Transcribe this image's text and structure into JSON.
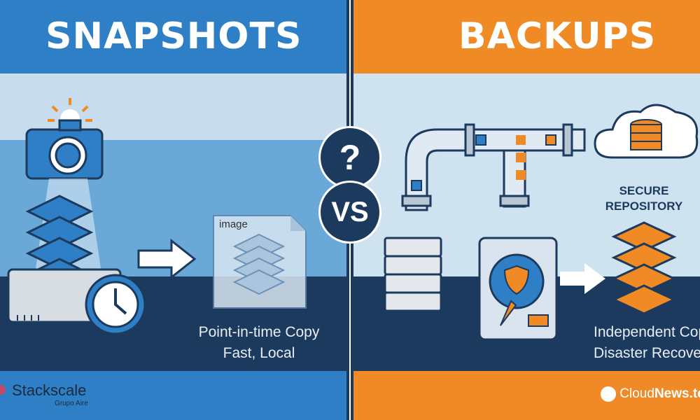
{
  "left": {
    "title": "SNAPSHOTS",
    "file_label": "image",
    "caption_line1": "Point-in-time Copy",
    "caption_line2": "Fast, Local",
    "logo_name": "Stackscale",
    "logo_sub": "Grupo Aire"
  },
  "center": {
    "question": "?",
    "versus": "VS"
  },
  "right": {
    "title": "BACKUPS",
    "repo_line1": "SECURE",
    "repo_line2": "REPOSITORY",
    "caption_line1": "Independent Copy",
    "caption_line2": "Disaster Recovery",
    "logo_name_light": "Cloud",
    "logo_name_bold": "News.te"
  },
  "colors": {
    "blue": "#2f7fc6",
    "orange": "#f08a24",
    "navy": "#1c3a5e",
    "light": "#cfe2ef"
  }
}
